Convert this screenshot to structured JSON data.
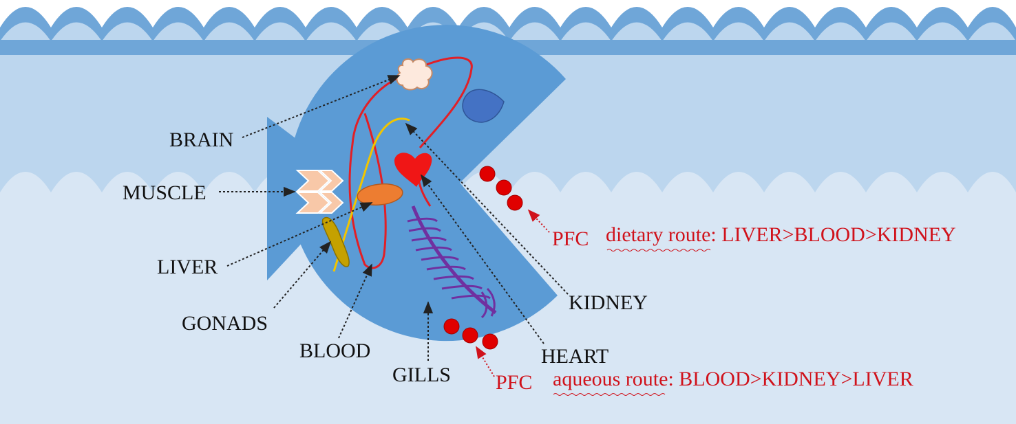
{
  "labels": {
    "brain": "BRAIN",
    "muscle": "MUSCLE",
    "liver": "LIVER",
    "gonads": "GONADS",
    "blood": "BLOOD",
    "gills": "GILLS",
    "kidney": "KIDNEY",
    "heart": "HEART"
  },
  "routes": {
    "dietary": {
      "pfc": "PFC",
      "text": "dietary route: LIVER>BLOOD>KIDNEY"
    },
    "aqueous": {
      "pfc": "PFC",
      "text": "aqueous route: BLOOD>KIDNEY>LIVER"
    }
  },
  "colors": {
    "water_upper": "#bcd6ee",
    "water_lower": "#d8e6f4",
    "fish_body": "#5b9bd5",
    "eye": "#4472c4",
    "vessel": "#e21f26",
    "yellow_vessel": "#f2c500",
    "heart": "#f01616",
    "liver": "#ed7d31",
    "muscle": "#f8c8a8",
    "gonads": "#c5a100",
    "gills": "#7030a0",
    "brain": "#fde9dd",
    "pfc_dot": "#e00000",
    "label_text": "#111111",
    "route_text": "#d0121b",
    "arrow_black": "#222222"
  }
}
